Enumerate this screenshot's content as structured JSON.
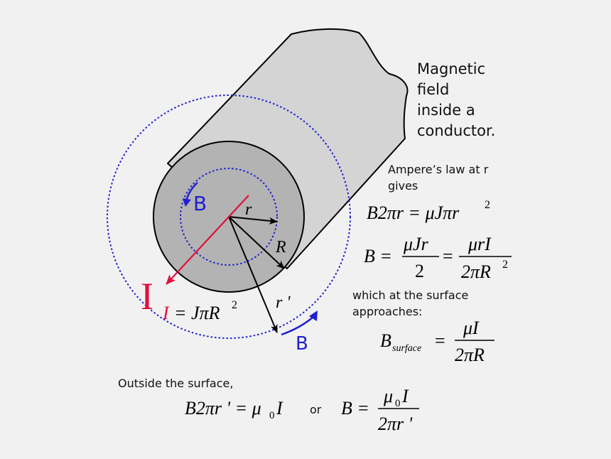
{
  "title": {
    "line1": "Magnetic",
    "line2": "field",
    "line3": "inside a",
    "line4": "conductor."
  },
  "labels": {
    "current_big": "I",
    "B_inner": "B",
    "B_outer": "B",
    "r": "r",
    "R": "R",
    "r_prime": "r '"
  },
  "current_eq": {
    "I": "I",
    "rhs": "= JπR",
    "exp": "2"
  },
  "ampere": {
    "intro1": "Ampere’s law at r",
    "intro2": "gives",
    "eq1_lhs": "B2πr = μJπr",
    "eq1_exp": "2",
    "eq2_B": "B =",
    "eq2_num1": "μJr",
    "eq2_den1": "2",
    "eq2_eq": "=",
    "eq2_num2": "μrI",
    "eq2_den2": "2πR",
    "eq2_den2_exp": "2"
  },
  "surface": {
    "line1": "which at the surface",
    "line2": "approaches:",
    "B": "B",
    "sub": "surface",
    "eq": "=",
    "num": "μI",
    "den": "2πR"
  },
  "outside": {
    "caption": "Outside the surface,",
    "eq_lhs": "B2πr ' = μ",
    "eq_sub": "0",
    "eq_I": "I",
    "or": "or",
    "eq2_B": "B =",
    "eq2_num_mu": "μ",
    "eq2_num_sub": "0",
    "eq2_num_I": "I",
    "eq2_den": "2πr '"
  },
  "colors": {
    "background": "#f1f1f1",
    "cylinder_body": "#d4d4d4",
    "end_face": "#b3b3b3",
    "field_lines": "#2020d0",
    "current": "#e0103a"
  }
}
